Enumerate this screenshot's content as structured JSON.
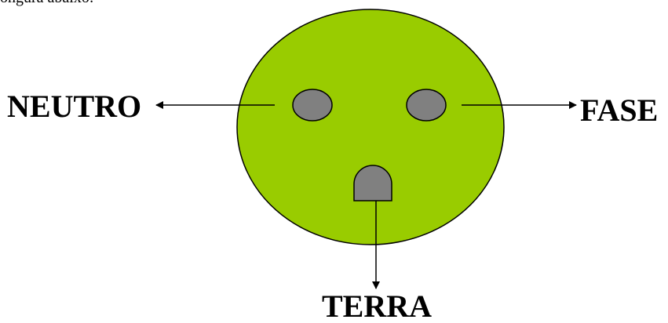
{
  "fragment_text": "ongura abaixo:",
  "labels": {
    "left": "NEUTRO",
    "right": "FASE",
    "bottom": "TERRA"
  },
  "colors": {
    "plug_face": "#99cc00",
    "pin": "#808080",
    "outline": "#000000",
    "text": "#000000"
  }
}
